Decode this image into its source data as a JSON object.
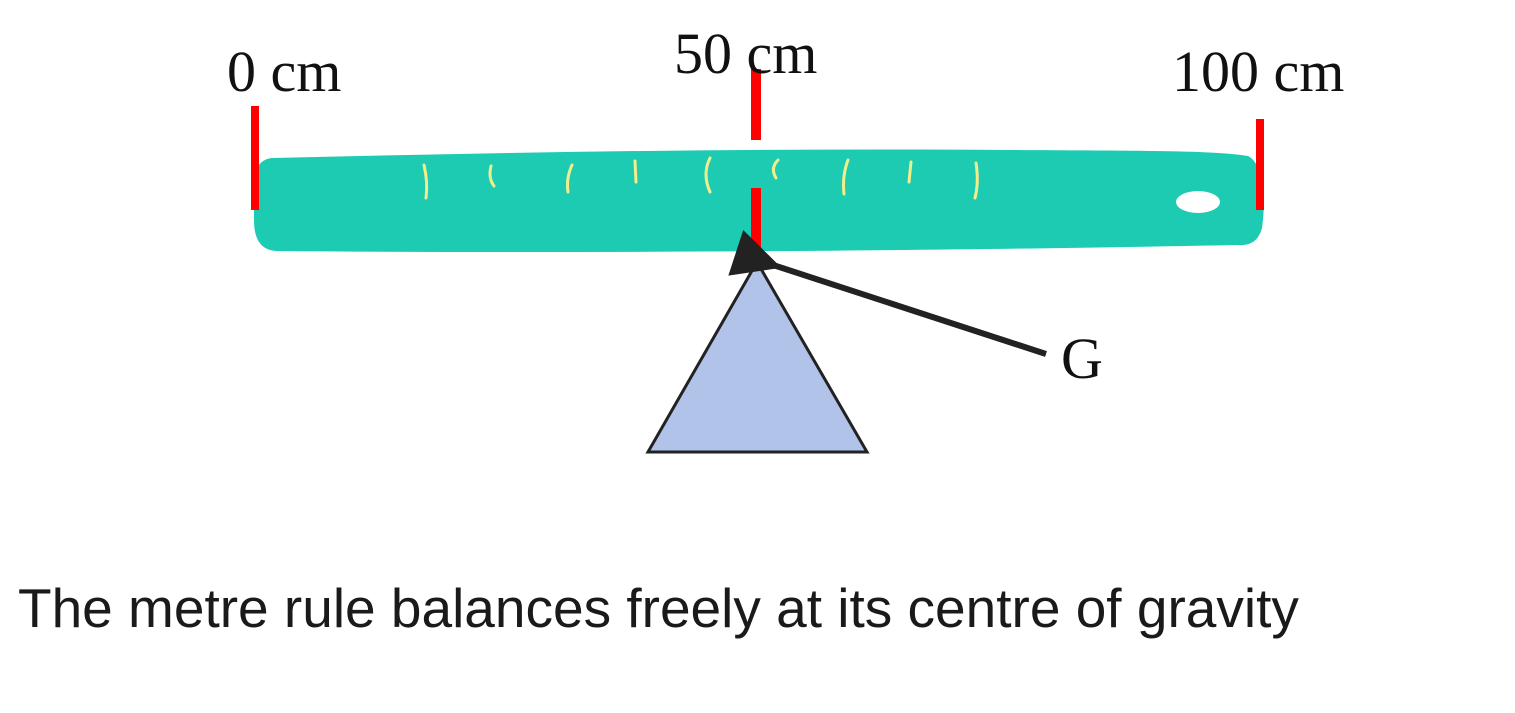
{
  "diagram": {
    "marks": {
      "zero": "0 cm",
      "middle": "50 cm",
      "end": "100 cm"
    },
    "pivot_label": "G",
    "caption": "The metre rule balances freely at its centre of gravity"
  },
  "colors": {
    "ruler": "#1dcbb3",
    "ruler_ticks": "#f2ef8a",
    "markers": "#ff0000",
    "pivot_fill": "#b1c3e8",
    "pivot_stroke": "#222222",
    "arrow": "#222222"
  }
}
